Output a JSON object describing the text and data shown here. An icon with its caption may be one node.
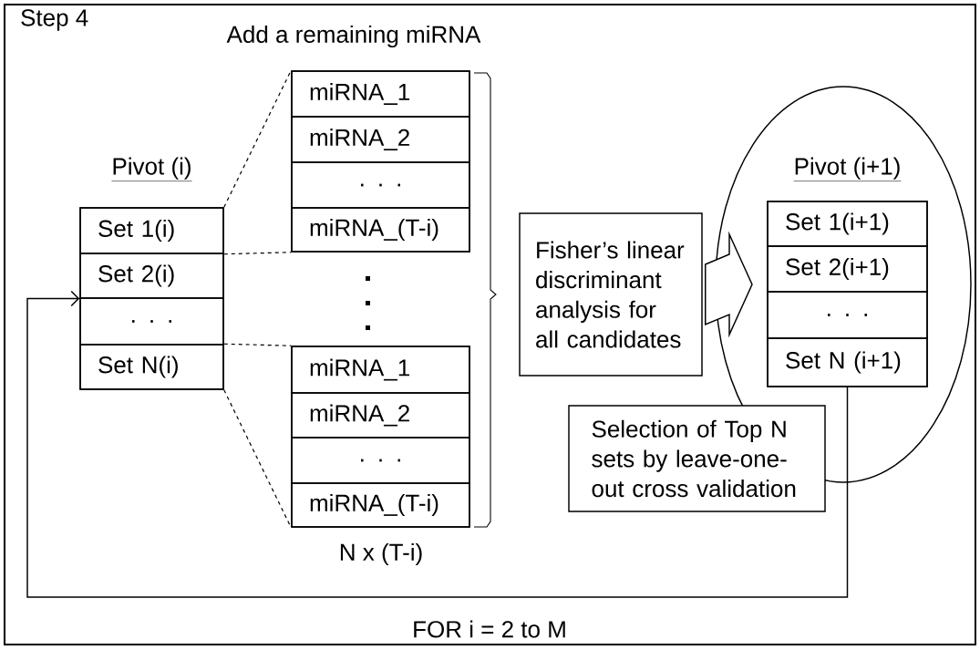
{
  "diagram": {
    "nodes": [
      {
        "text": [
          "Pivot (i)"
        ]
      },
      {
        "text": [
          "Set 1(i)"
        ],
        "in": 0
      },
      {
        "text": [
          "Set 2(i)"
        ],
        "in": 0
      },
      {
        "text": [
          ". . ."
        ],
        "in": 0
      },
      {
        "text": [
          "Set N(i)"
        ],
        "in": 0
      },
      {
        "text": [],
        "shape": "box"
      },
      {
        "text": [
          "miRNA_1"
        ],
        "in": 5
      },
      {
        "text": [
          "miRNA_2"
        ],
        "in": 5
      },
      {
        "text": [
          ". . ."
        ],
        "in": 5
      },
      {
        "text": [
          "miRNA_(T-i)"
        ],
        "in": 5
      },
      {
        "text": [],
        "shape": "box"
      },
      {
        "text": [
          "miRNA_1"
        ],
        "in": 10
      },
      {
        "text": [
          "miRNA_2"
        ],
        "in": 10
      },
      {
        "text": [
          ". . ."
        ],
        "in": 10
      },
      {
        "text": [
          "miRNA_(T-i)"
        ],
        "in": 10
      },
      {
        "text": [
          "Fisher’s linear discriminant analysis for all candidates"
        ]
      },
      {
        "text": [],
        "shape": "ellipse"
      },
      {
        "text": [
          "Pivot (i+1)"
        ],
        "in": 16
      },
      {
        "text": [
          "Set 1(i+1)"
        ],
        "in": 17
      },
      {
        "text": [
          "Set 2(i+1)"
        ],
        "in": 17
      },
      {
        "text": [
          ". . ."
        ],
        "in": 17
      },
      {
        "text": [
          "Set N (i+1)"
        ],
        "in": 17
      },
      {
        "text": [
          "Selection of Top N sets by leave-one-out cross validation"
        ]
      }
    ],
    "edges": [
      {
        "from": 1,
        "to": 5,
        "arrow": "none",
        "style": "dashed"
      },
      {
        "from": 1,
        "to": 5,
        "arrow": "none",
        "style": "dashed"
      },
      {
        "from": 4,
        "to": 10,
        "arrow": "none",
        "style": "dashed"
      },
      {
        "from": 4,
        "to": 10,
        "arrow": "none",
        "style": "dashed"
      },
      {
        "from": 15,
        "to": 16,
        "arrow": "to"
      },
      {
        "from": 21,
        "to": 0,
        "arrow": "to",
        "label": "FOR i = 2 to M"
      }
    ],
    "labels": [
      "Step 4",
      "Add a remaining miRNA",
      "N x (T-i)"
    ]
  }
}
